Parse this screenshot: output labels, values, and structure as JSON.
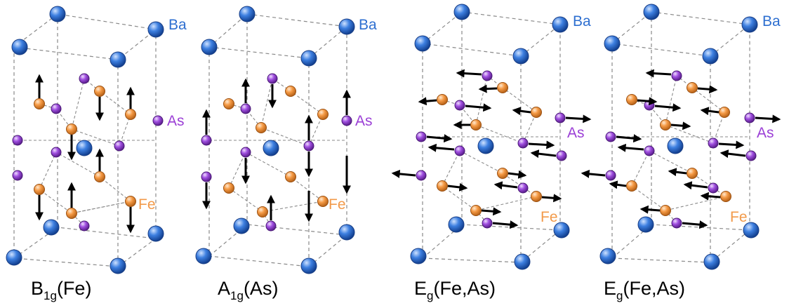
{
  "elements": {
    "ba": {
      "label": "Ba",
      "color": "#2e6fd0"
    },
    "as": {
      "label": "As",
      "color": "#9b3fd6"
    },
    "fe": {
      "label": "Fe",
      "color": "#f29a4a"
    }
  },
  "panels": [
    {
      "mode_main": "B",
      "mode_sub": "1g",
      "mode_tail": "(Fe)",
      "show_ba_label": false
    },
    {
      "mode_main": "A",
      "mode_sub": "1g",
      "mode_tail": "(As)",
      "show_ba_label": true
    },
    {
      "mode_main": "E",
      "mode_sub": "g",
      "mode_tail": "(Fe,As)",
      "show_ba_label": true
    },
    {
      "mode_main": "E",
      "mode_sub": "g",
      "mode_tail": "(Fe,As)",
      "show_ba_label": true
    }
  ]
}
